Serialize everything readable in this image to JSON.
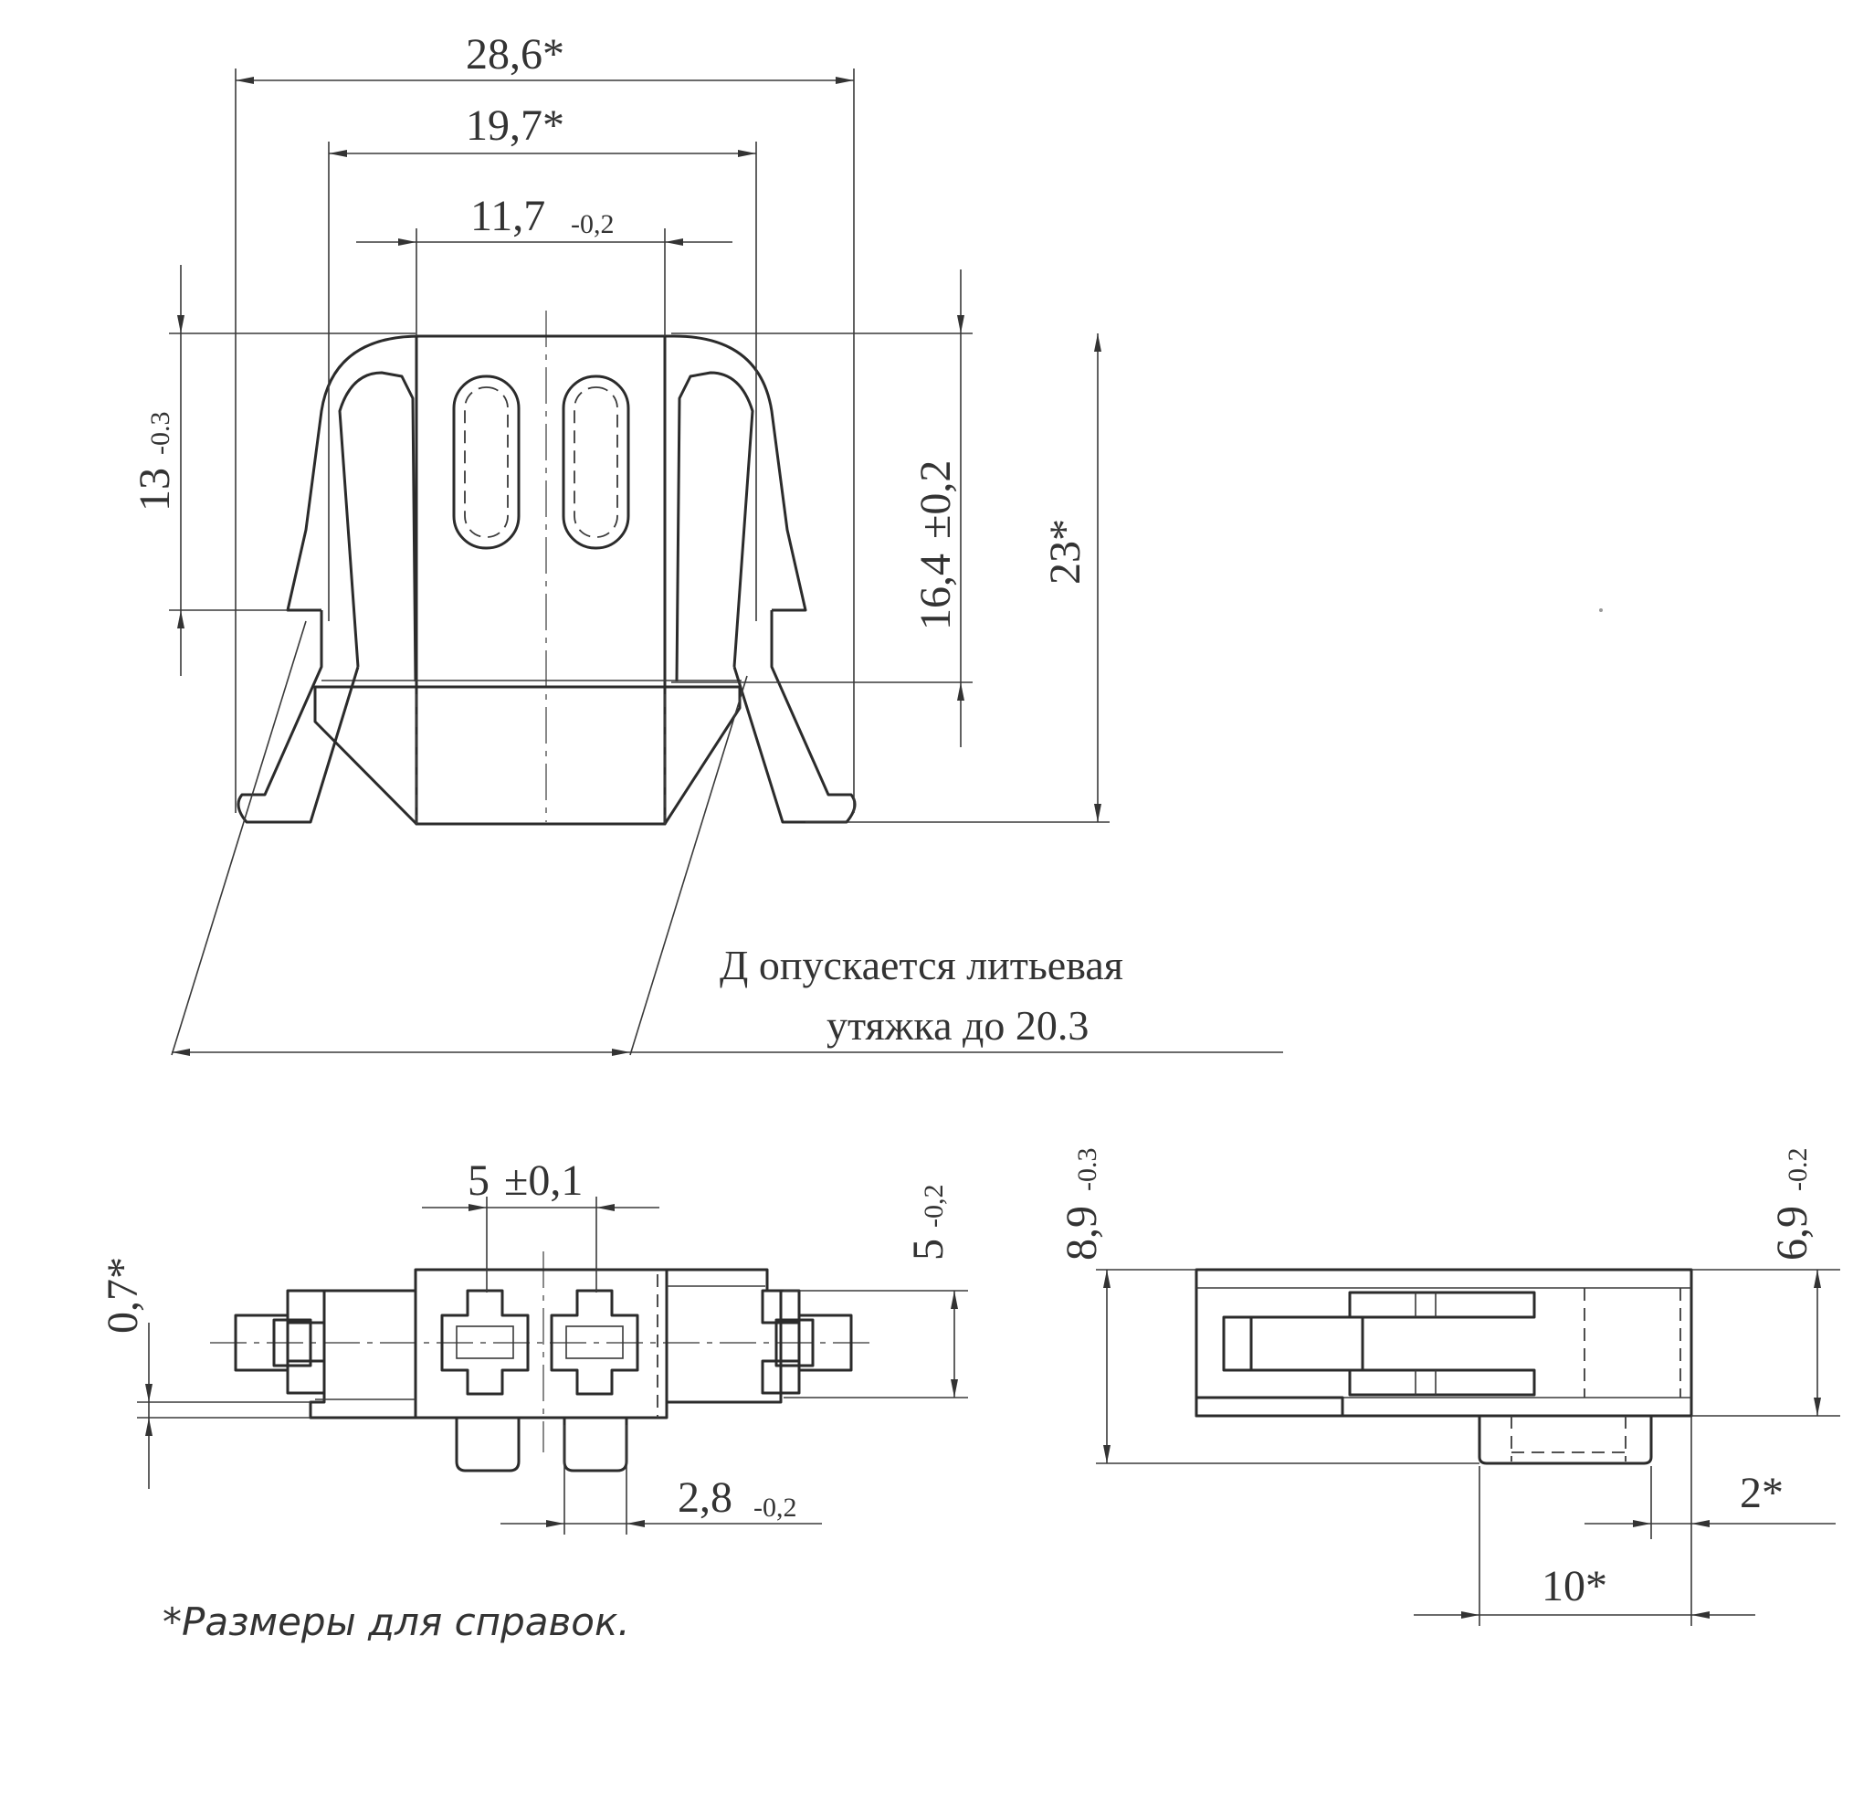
{
  "dimensions": {
    "width_overall": "28,6*",
    "width_mid": "19,7*",
    "width_slot_value": "11,7",
    "width_slot_tol": "-0,2",
    "height_13_value": "13",
    "height_13_tol": "-0.3",
    "height_16_value": "16,4",
    "height_16_tol": "±0,2",
    "height_overall": "23*",
    "pitch_value": "5",
    "pitch_tol": "±0,1",
    "depth_5_value": "5",
    "depth_5_tol": "-0,2",
    "offset_small": "0,7*",
    "pin_width_value": "2,8",
    "pin_width_tol": "-0,2",
    "side_height_value": "8,9",
    "side_height_tol": "-0.3",
    "side_body_value": "6,9",
    "side_body_tol": "-0.2",
    "side_offset": "2*",
    "side_length": "10*"
  },
  "notes": {
    "casting_line1": "Д опускается литьевая",
    "casting_line2": "утяжка до 20.3",
    "footnote": "*Размеры для справок."
  }
}
